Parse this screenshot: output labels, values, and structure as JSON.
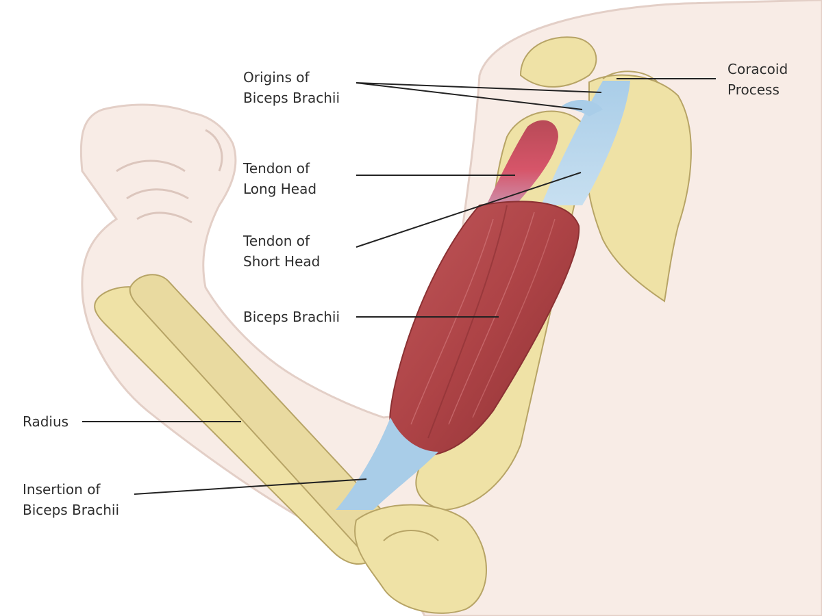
{
  "colors": {
    "skin": "#f8ece6",
    "skin_outline": "#e3cfc7",
    "bone": "#efe2a6",
    "bone_shade": "#dccb86",
    "bone_outline": "#b7a466",
    "muscle": "#b0474a",
    "muscle_dark": "#8b3133",
    "tendon": "#a9cde8",
    "leader_line": "#222222",
    "text": "#2d2d2d"
  },
  "labels": {
    "origins": {
      "line1": "Origins of",
      "line2": "Biceps Brachii"
    },
    "coracoid": {
      "line1": "Coracoid",
      "line2": "Process"
    },
    "tendon_long": {
      "line1": "Tendon of",
      "line2": "Long Head"
    },
    "tendon_short": {
      "line1": "Tendon of",
      "line2": "Short Head"
    },
    "biceps": {
      "line1": "Biceps Brachii"
    },
    "radius": {
      "line1": "Radius"
    },
    "insertion": {
      "line1": "Insertion of",
      "line2": "Biceps Brachii"
    }
  }
}
